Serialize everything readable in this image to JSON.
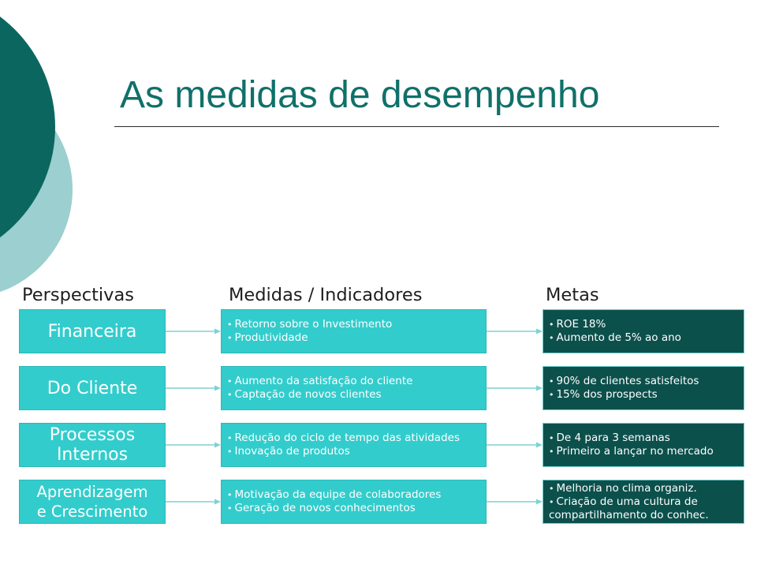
{
  "slide": {
    "title": "As medidas de desempenho"
  },
  "columns": {
    "perspectives": "Perspectivas",
    "measures": "Medidas / Indicadores",
    "goals": "Metas"
  },
  "rows": [
    {
      "perspective": "Financeira",
      "measures": [
        "Retorno sobre o Investimento",
        "Produtividade"
      ],
      "goals": [
        "ROE 18%",
        "Aumento de 5% ao ano"
      ]
    },
    {
      "perspective": "Do Cliente",
      "measures": [
        "Aumento da satisfação do cliente",
        "Captação de novos clientes"
      ],
      "goals": [
        "90% de clientes satisfeitos",
        "15% dos prospects"
      ]
    },
    {
      "perspective": "Processos Internos",
      "measures": [
        "Redução do ciclo de tempo das atividades",
        "Inovação de produtos"
      ],
      "goals": [
        "De 4 para 3 semanas",
        "Primeiro a lançar no mercado"
      ]
    },
    {
      "perspective": "Aprendizagem e Crescimento",
      "measures": [
        "Motivação da equipe de colaboradores",
        "Geração de novos conhecimentos"
      ],
      "goals": [
        "Melhoria no clima organiz.",
        "Criação de uma cultura de compartilhamento do conhec."
      ]
    }
  ],
  "theme": {
    "accent": "#10706a",
    "box_light": "#33cccc",
    "box_border": "#2bb8b8",
    "box_dark": "#0c504c",
    "goal_border": "#6fcccc",
    "decor_dark": "#0b6660",
    "decor_light": "#9ccfcf",
    "connector": "#7fd2d2",
    "text": "#1e1e1e"
  }
}
